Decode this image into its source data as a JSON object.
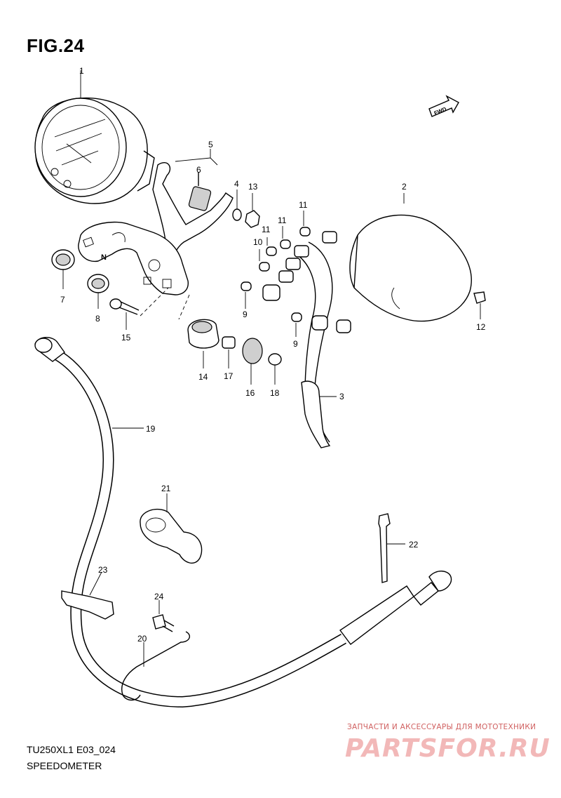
{
  "figure": {
    "title": "FIG.24",
    "model_code": "TU250XL1 E03_024",
    "section_name": "SPEEDOMETER"
  },
  "direction_arrow": {
    "label": "FWD",
    "icon": "forward-arrow-icon"
  },
  "callouts": [
    {
      "id": "1",
      "label": "1"
    },
    {
      "id": "2",
      "label": "2"
    },
    {
      "id": "3",
      "label": "3"
    },
    {
      "id": "4",
      "label": "4"
    },
    {
      "id": "5",
      "label": "5"
    },
    {
      "id": "6",
      "label": "6"
    },
    {
      "id": "7",
      "label": "7"
    },
    {
      "id": "8",
      "label": "8"
    },
    {
      "id": "9a",
      "label": "9"
    },
    {
      "id": "9b",
      "label": "9"
    },
    {
      "id": "10",
      "label": "10"
    },
    {
      "id": "11a",
      "label": "11"
    },
    {
      "id": "11b",
      "label": "11"
    },
    {
      "id": "11c",
      "label": "11"
    },
    {
      "id": "12",
      "label": "12"
    },
    {
      "id": "13",
      "label": "13"
    },
    {
      "id": "14",
      "label": "14"
    },
    {
      "id": "15",
      "label": "15"
    },
    {
      "id": "16",
      "label": "16"
    },
    {
      "id": "17",
      "label": "17"
    },
    {
      "id": "18",
      "label": "18"
    },
    {
      "id": "19",
      "label": "19"
    },
    {
      "id": "20",
      "label": "20"
    },
    {
      "id": "21",
      "label": "21"
    },
    {
      "id": "22",
      "label": "22"
    },
    {
      "id": "23",
      "label": "23"
    },
    {
      "id": "24",
      "label": "24"
    }
  ],
  "bracket_marking": "N",
  "watermark": {
    "tagline": "ЗАПЧАСТИ И АКСЕССУАРЫ ДЛЯ МОТОТЕХНИКИ",
    "logo_text": "PARTSFOR.RU",
    "color": "#e8a0a0"
  }
}
